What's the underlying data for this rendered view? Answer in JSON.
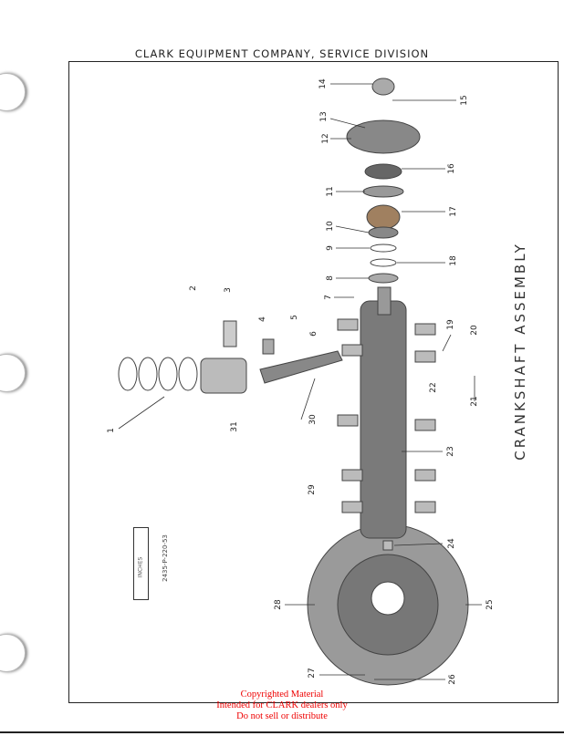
{
  "header": "CLARK EQUIPMENT COMPANY, SERVICE DIVISION",
  "title": "CRANKSHAFT ASSEMBLY",
  "scale": {
    "unit_label": "INCHES",
    "code": "2435-P-220-53"
  },
  "callouts": [
    "14",
    "15",
    "13",
    "12",
    "16",
    "11",
    "17",
    "10",
    "9",
    "18",
    "8",
    "7",
    "2",
    "3",
    "4",
    "5",
    "6",
    "19",
    "20",
    "22",
    "21",
    "30",
    "31",
    "1",
    "23",
    "29",
    "24",
    "28",
    "25",
    "27",
    "26"
  ],
  "copyright": [
    "Copyrighted Material",
    "Intended for CLARK dealers only",
    "Do not sell or distribute"
  ]
}
